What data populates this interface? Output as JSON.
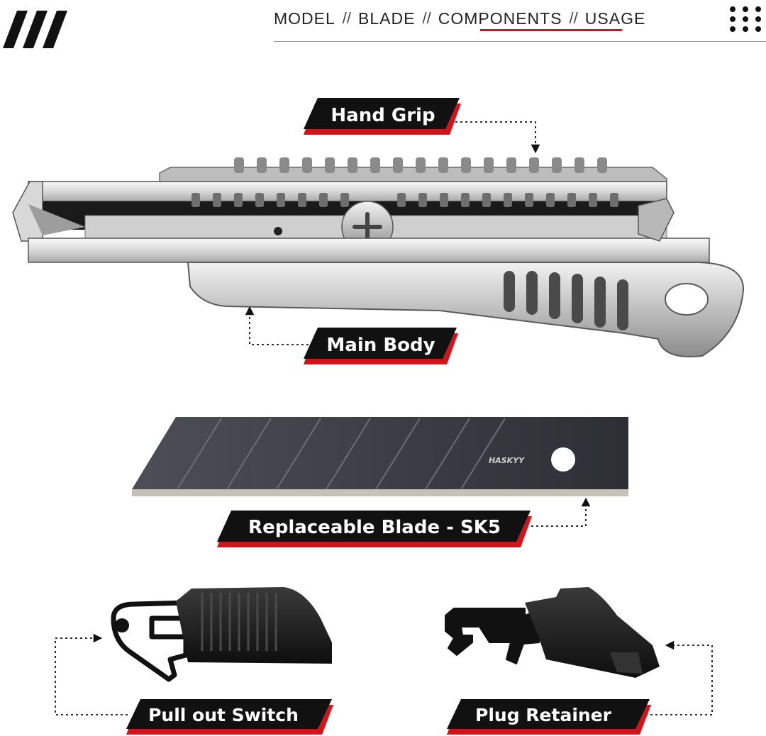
{
  "nav": {
    "items": [
      {
        "label": "MODEL"
      },
      {
        "label": "BLADE"
      },
      {
        "label": "COMPONENTS"
      },
      {
        "label": "USAGE"
      }
    ],
    "separator": "//",
    "active_index": 2,
    "accent_color": "#d3131a"
  },
  "brand": {
    "blade_logo": "HASKYY"
  },
  "components": {
    "hand_grip": "Hand Grip",
    "main_body": "Main Body",
    "blade": "Replaceable Blade - SK5",
    "pull_out_switch": "Pull out Switch",
    "plug_retainer": "Plug Retainer"
  },
  "icons": {
    "logo": "triple-slash-logo",
    "menu": "dot-grid-icon"
  }
}
